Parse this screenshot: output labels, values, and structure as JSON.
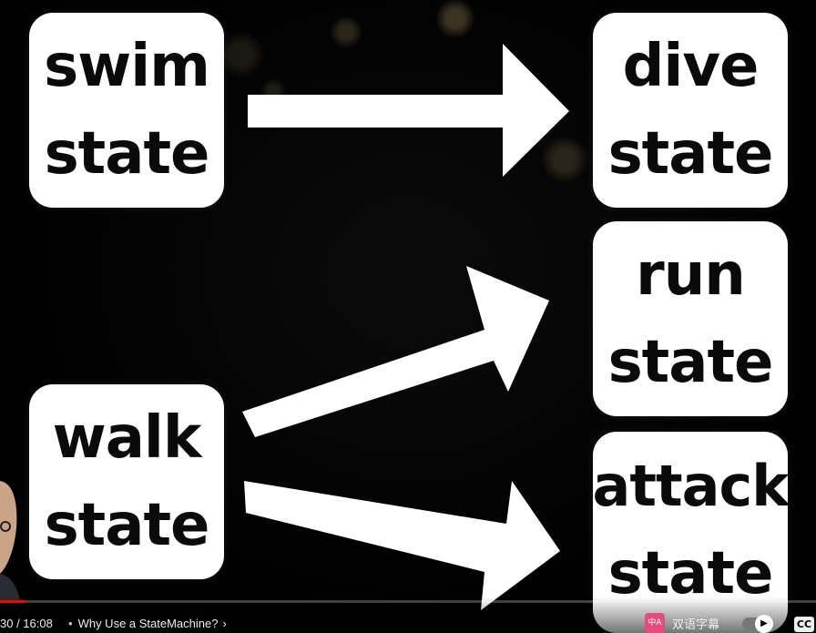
{
  "slide": {
    "cards": {
      "swim": {
        "line1": "swim",
        "line2": "state"
      },
      "walk": {
        "line1": "walk",
        "line2": "state"
      },
      "dive": {
        "line1": "dive",
        "line2": "state"
      },
      "run": {
        "line1": "run",
        "line2": "state"
      },
      "attack": {
        "line1": "attack",
        "line2": "state"
      }
    }
  },
  "player": {
    "time": "30 / 16:08",
    "chapter_separator": "•",
    "chapter": "Why Use a StateMachine?",
    "chapter_chevron": "›",
    "subtitle_label": "双语字幕",
    "subtitle_logo": "中A",
    "cc_label": "CC",
    "progress_fraction": 0.031,
    "accent_color": "#ff0000"
  }
}
